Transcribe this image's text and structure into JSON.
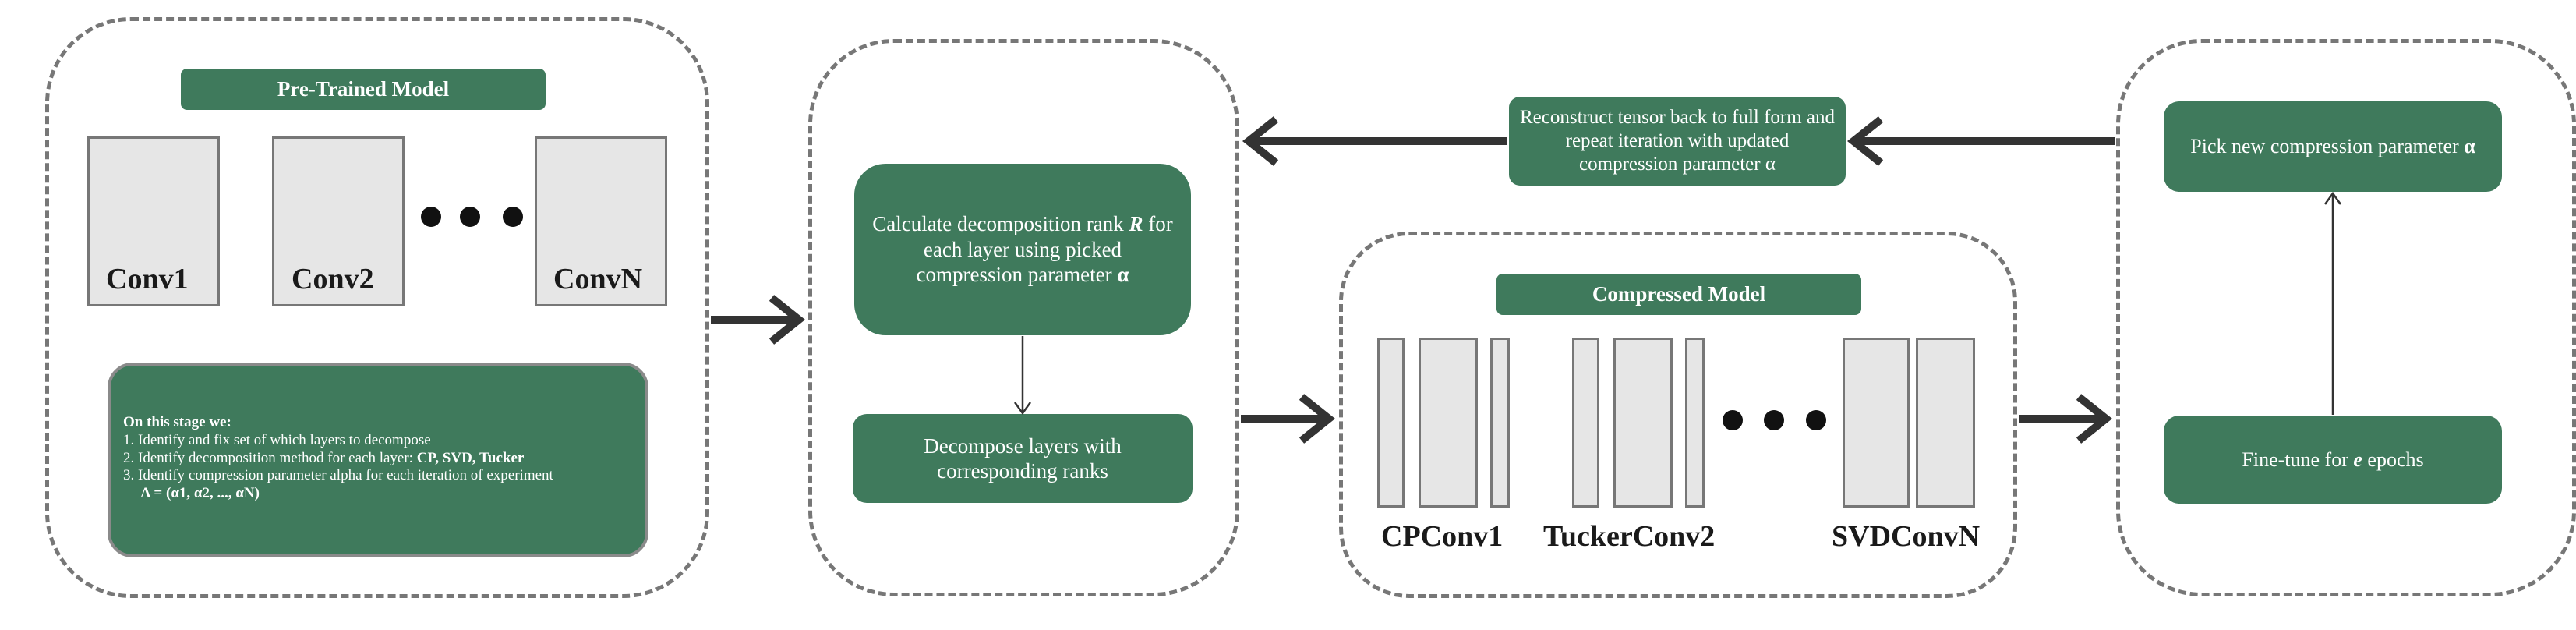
{
  "stage1": {
    "title": "Pre-Trained Model",
    "conv_labels": [
      "Conv1",
      "Conv2",
      "ConvN"
    ],
    "note": {
      "heading": "On this stage we:",
      "line1": "1. Identify and fix set of which layers to decompose",
      "line2_prefix": "2. Identify decomposition method for each layer: ",
      "line2_bold": "CP, SVD, Tucker",
      "line3": "3. Identify compression parameter alpha for each iteration of experiment",
      "line4": "A = (α1, α2, ..., αN)"
    }
  },
  "stage2": {
    "rank_text_1": "Calculate decomposition rank ",
    "rank_symbol": "R",
    "rank_text_2": " for each layer using picked compression parameter ",
    "rank_alpha": "α",
    "decompose_text": "Decompose layers with corresponding ranks"
  },
  "stage3": {
    "title": "Compressed Model",
    "layer_labels": [
      "CPConv1",
      "TuckerConv2",
      "SVDConvN"
    ]
  },
  "reconstruct_text": "Reconstruct tensor back to full form and repeat iteration with updated compression parameter α",
  "stage4": {
    "pick_text": "Pick new compression parameter ",
    "pick_alpha": "α",
    "finetune_text_1": "Fine-tune for ",
    "finetune_e": "e",
    "finetune_text_2": " epochs"
  },
  "colors": {
    "box_green": "#3f7a5c",
    "layer_gray": "#e6e6e6",
    "dashed_border": "#777777",
    "arrow": "#333333"
  }
}
